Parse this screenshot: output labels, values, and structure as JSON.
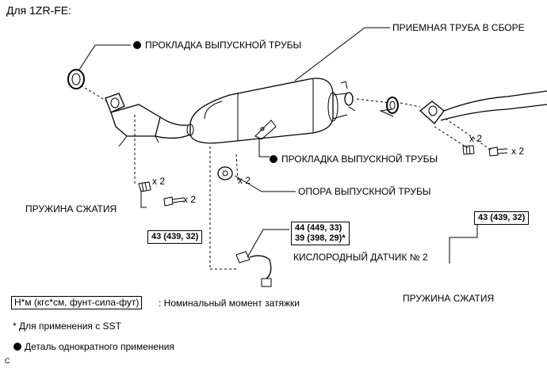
{
  "title": "Для 1ZR-FE:",
  "labels": {
    "gasket_left": "ПРОКЛАДКА ВЫПУСКНОЙ ТРУБЫ",
    "front_pipe": "ПРИЕМНАЯ ТРУБА В СБОРЕ",
    "gasket_right": "ПРОКЛАДКА ВЫПУСКНОЙ ТРУБЫ",
    "exhaust_support": "ОПОРА ВЫПУСКНОЙ ТРУБЫ",
    "spring_left": "ПРУЖИНА СЖАТИЯ",
    "spring_right": "ПРУЖИНА СЖАТИЯ",
    "oxygen_sensor": "КИСЛОРОДНЫЙ ДАТЧИК № 2"
  },
  "quantities": {
    "q1": "x 2",
    "q2": "x 2",
    "q3": "x 2",
    "q4": "x 2",
    "q5": "x 2"
  },
  "torques": {
    "left_bolt": "43 (439, 32)",
    "right_bolt": "43 (439, 32)",
    "sensor_a": "44 (449, 33)",
    "sensor_b": "39 (398, 29)*"
  },
  "legend": {
    "units": "Н*м (кгс*см, фунт-сила-фут)",
    "units_desc": ": Номинальный момент затяжки",
    "sst_note": "* Для применения с SST",
    "non_reusable": "Деталь однократного применения"
  },
  "corner_code": "C"
}
